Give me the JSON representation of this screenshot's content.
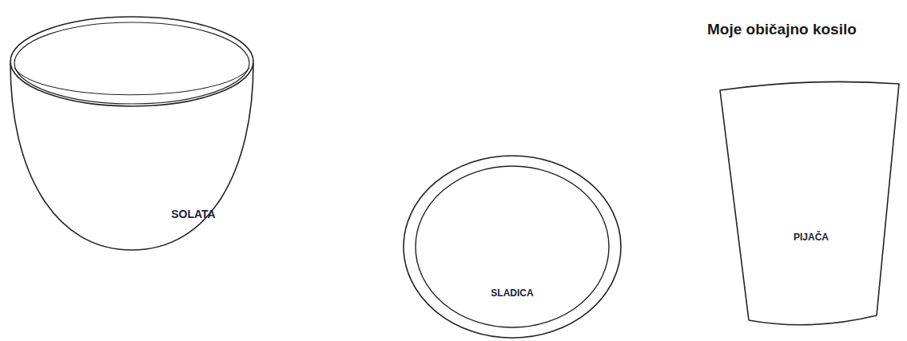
{
  "diagram": {
    "title": "Moje običajno kosilo",
    "nodes": [
      {
        "text": [
          "SOLATA"
        ]
      },
      {
        "text": [
          "SLADICA"
        ]
      },
      {
        "text": [
          "PIJAČA"
        ]
      }
    ]
  }
}
